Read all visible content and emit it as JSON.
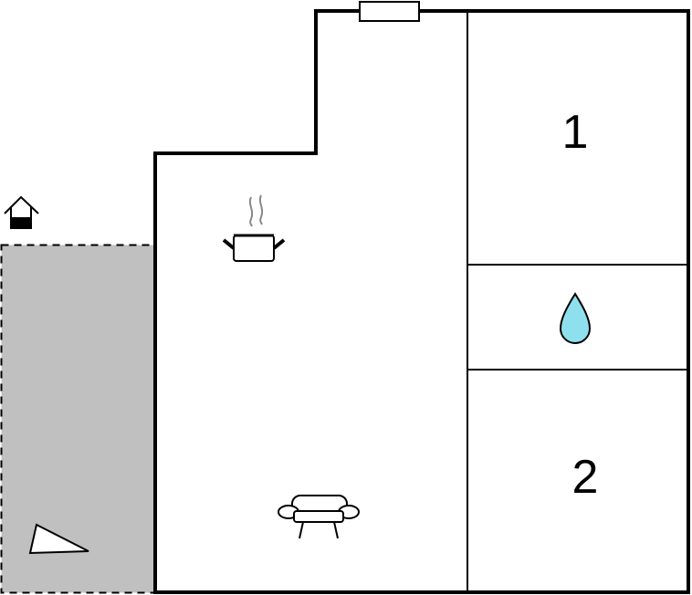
{
  "floorplan": {
    "rooms": [
      {
        "id": "bedroom-1",
        "label": "1"
      },
      {
        "id": "bathroom",
        "label": ""
      },
      {
        "id": "bedroom-2",
        "label": "2"
      }
    ],
    "icons": {
      "entrance": "house-entrance-icon",
      "kitchen": "cooking-pot-icon",
      "bathroom": "water-drop-icon",
      "living": "sofa-icon",
      "outdoor": "sun-lounger-icon",
      "window": "window-icon"
    },
    "colors": {
      "terrace_fill": "#c0c0c0",
      "wall": "#000000",
      "water": "#8fe0ee"
    }
  }
}
